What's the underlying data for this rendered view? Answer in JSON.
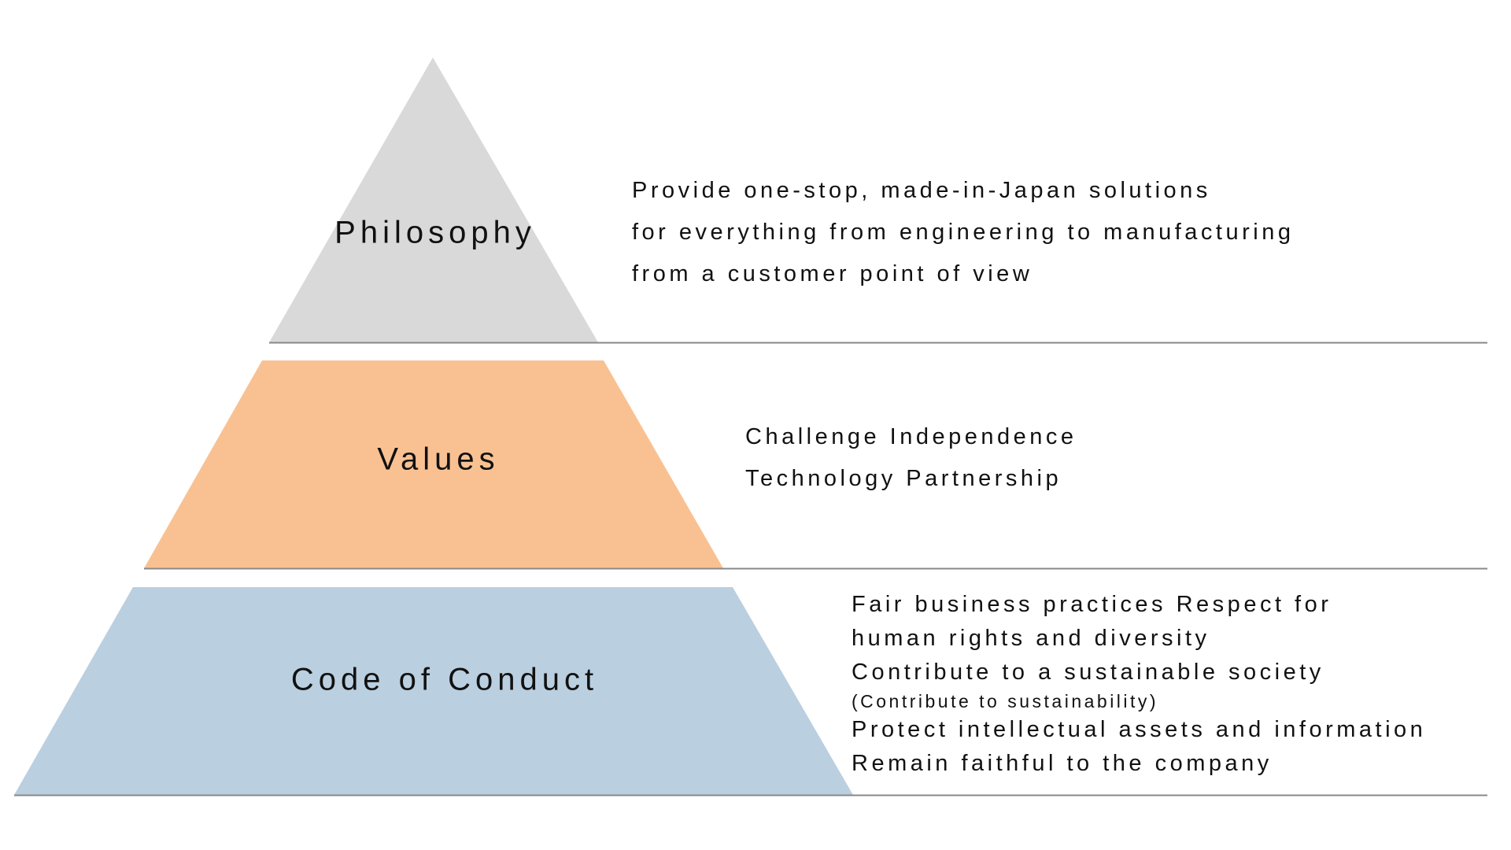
{
  "tiers": [
    {
      "label": "Philosophy",
      "color": "#d9d9d9",
      "lines": [
        "Provide one-stop, made-in-Japan solutions",
        "for everything from engineering to manufacturing",
        "from a customer point of view"
      ]
    },
    {
      "label": "Values",
      "color": "#f9c192",
      "lines": [
        "Challenge  Independence",
        "Technology  Partnership"
      ]
    },
    {
      "label": "Code of Conduct",
      "color": "#bacfe0",
      "lines": [
        "Fair business practices  Respect for",
        "human rights and diversity",
        "Contribute to a sustainable society",
        "(Contribute to sustainability)",
        "Protect intellectual assets and information",
        "Remain faithful to the company"
      ]
    }
  ],
  "separator_color": "#888888"
}
